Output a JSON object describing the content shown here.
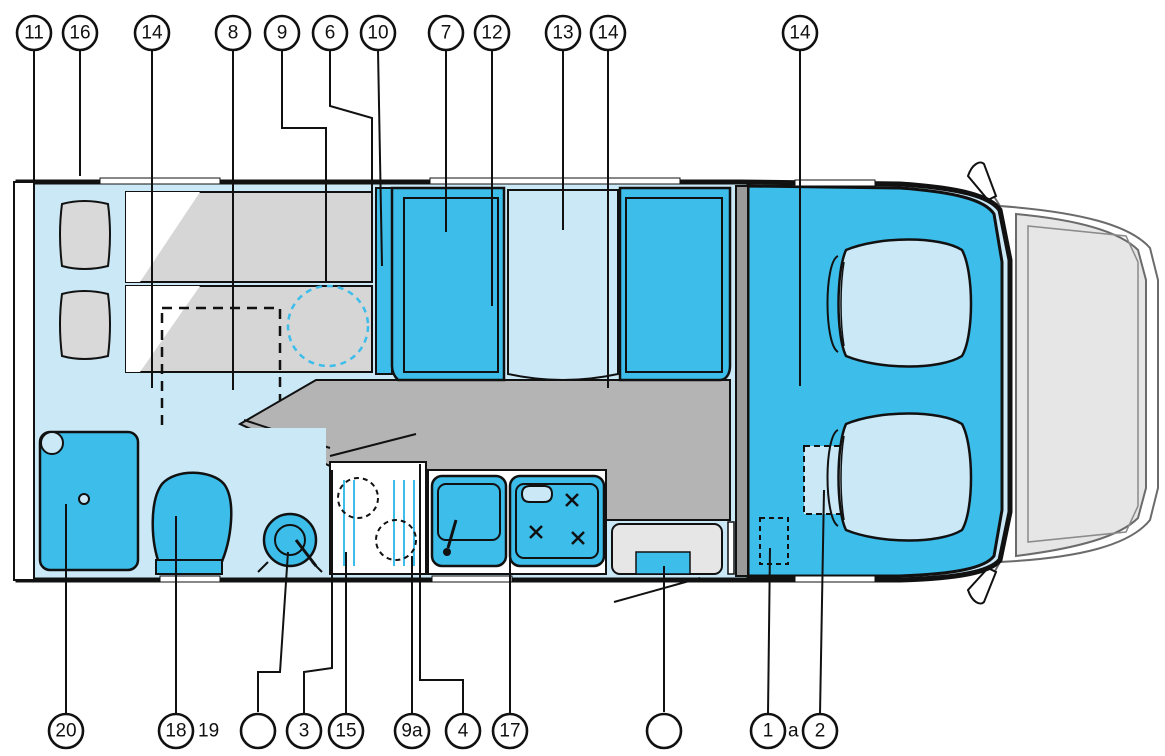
{
  "colors": {
    "blue": "#3cbdea",
    "light_blue": "#cbe8f7",
    "aisle_gray": "#b4b4b4",
    "cab_gray": "#e6e6e6",
    "outline": "#111111",
    "bed_gray": "#d9d9d9"
  },
  "callouts_top": [
    "11",
    "16",
    "14",
    "8",
    "9",
    "6",
    "10",
    "7",
    "12",
    "13",
    "14",
    "14"
  ],
  "callouts_bottom": [
    "20",
    "18",
    "3",
    "15",
    "9a",
    "4",
    "17",
    "1",
    "2"
  ],
  "callouts_empty_count": 2,
  "loose_labels": [
    "19",
    "a"
  ],
  "icons": [
    "toilet-icon",
    "sink-icon",
    "stove-icon",
    "driver-seat-icon",
    "passenger-seat-icon",
    "pillow-icon",
    "bed-icon",
    "shower-icon"
  ]
}
